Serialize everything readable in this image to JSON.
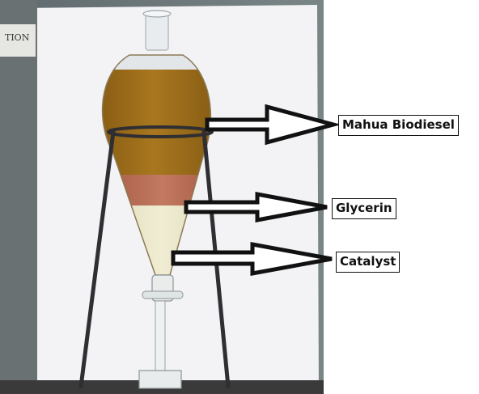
{
  "photo": {
    "corner_text": "TION",
    "colors": {
      "biodiesel": "#9a6a1a",
      "glycerin": "#b06a55",
      "catalyst": "#e6e3c4",
      "stand": "#2e2e33",
      "board": "#f4f4f6"
    }
  },
  "labels": {
    "biodiesel": "Mahua Biodiesel",
    "glycerin": "Glycerin",
    "catalyst": "Catalyst"
  },
  "arrows": {
    "color": "#111111",
    "fill": "#ffffff"
  }
}
